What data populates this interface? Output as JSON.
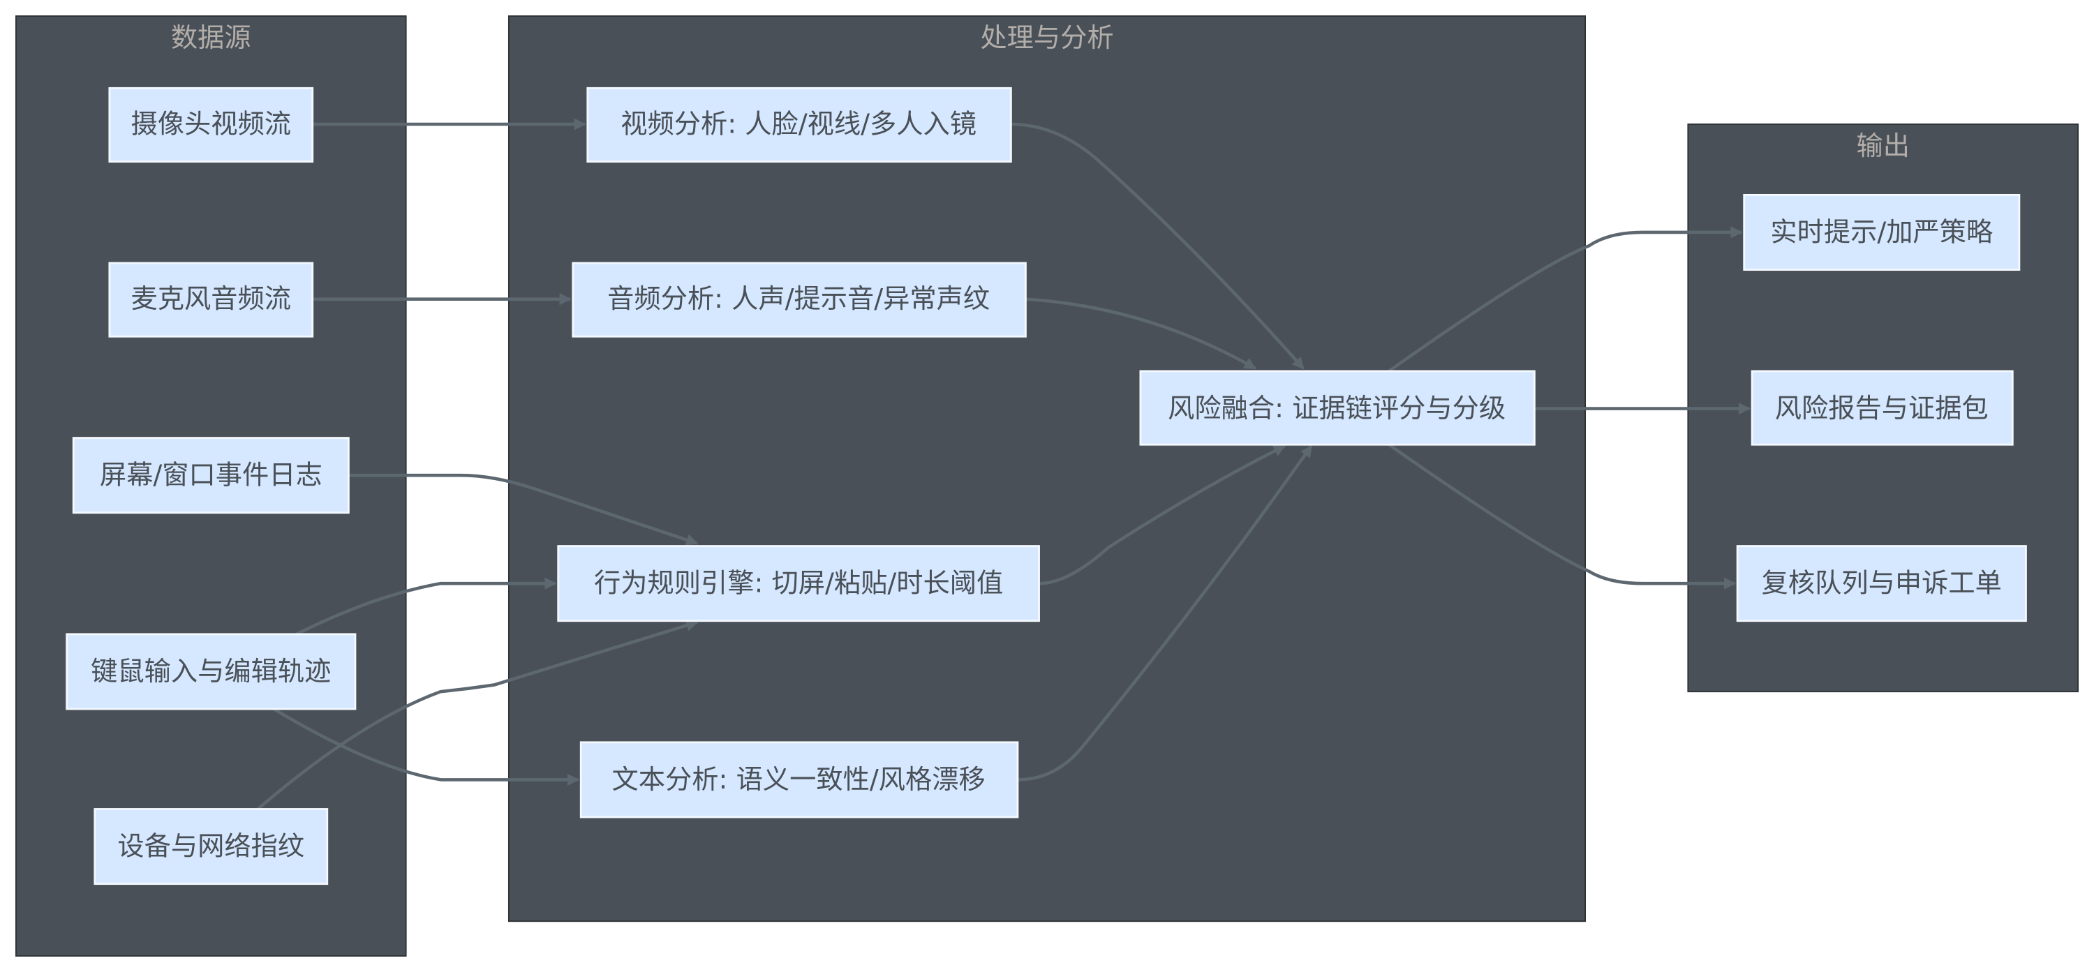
{
  "clusters": {
    "sources": "数据源",
    "processing": "处理与分析",
    "output": "输出"
  },
  "nodes": {
    "camera": "摄像头视频流",
    "mic": "麦克风音频流",
    "screen": "屏幕/窗口事件日志",
    "keyboard": "键鼠输入与编辑轨迹",
    "device": "设备与网络指纹",
    "video": "视频分析: 人脸/视线/多人入镜",
    "audio": "音频分析: 人声/提示音/异常声纹",
    "behavior": "行为规则引擎: 切屏/粘贴/时长阈值",
    "text": "文本分析: 语义一致性/风格漂移",
    "fusion": "风险融合: 证据链评分与分级",
    "realtime": "实时提示/加严策略",
    "report": "风险报告与证据包",
    "review": "复核队列与申诉工单"
  },
  "colors": {
    "cluster": "#495057",
    "node": "#d6e8ff",
    "edge": "#5d6770"
  }
}
